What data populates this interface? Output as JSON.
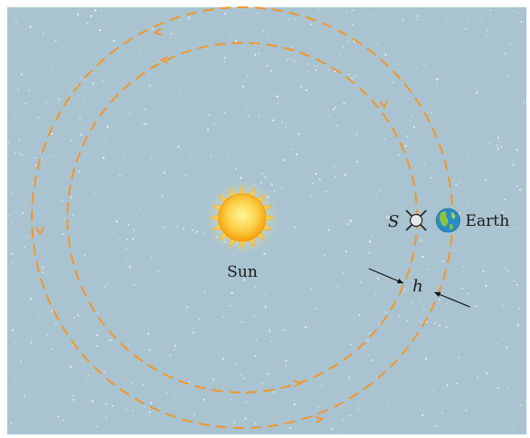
{
  "labels": {
    "sun": "Sun",
    "earth": "Earth",
    "satellite": "S",
    "gap": "h"
  },
  "colors": {
    "background": "#a9c4d0",
    "orbit": "#f0962e",
    "sun_core": "#f9b531",
    "sun_rays": "#fde68a",
    "earth_ocean": "#2b8cc4",
    "earth_land": "#8cc63f",
    "stars": "#ffffff"
  },
  "icons": {
    "sun": "sun-icon",
    "earth": "earth-icon",
    "satellite": "satellite-icon"
  }
}
